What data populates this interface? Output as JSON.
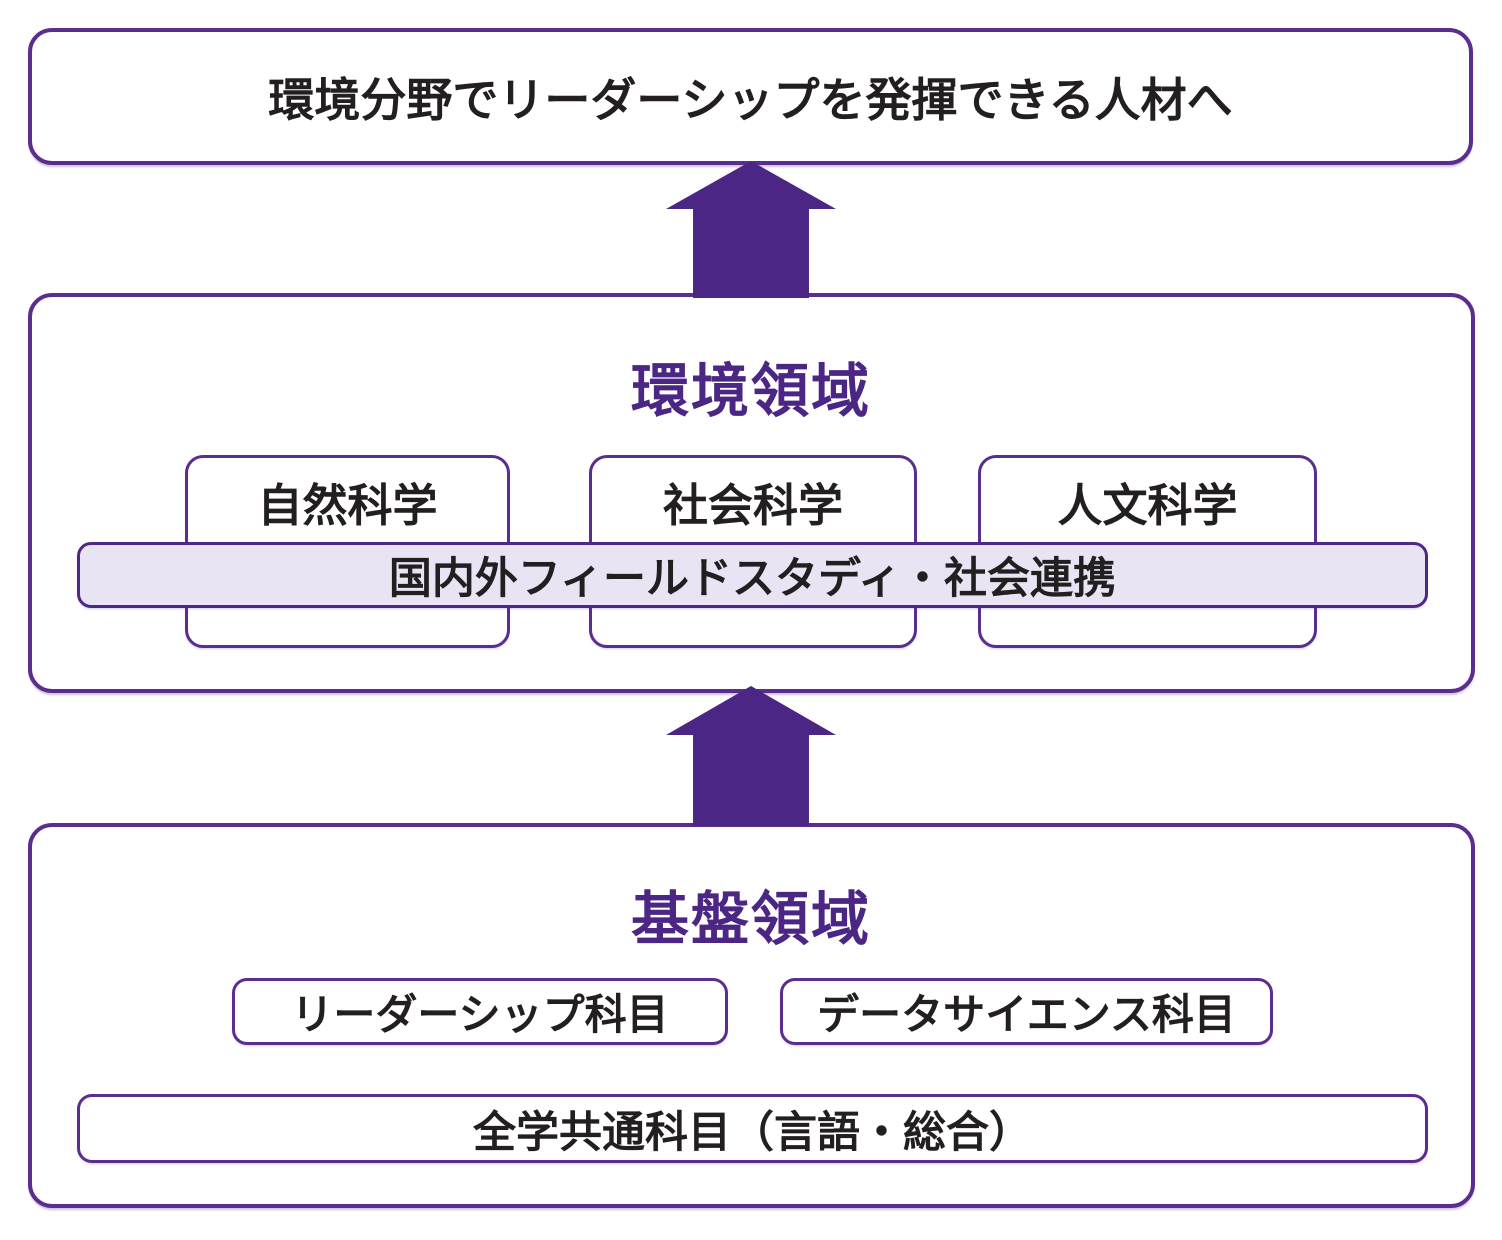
{
  "colors": {
    "accent_purple": "#4b2684",
    "border_purple": "#5b2d8e",
    "band_border_purple": "#4f2787",
    "band_fill_lavender": "#e9e4f3",
    "text_black": "#231f20"
  },
  "goal": {
    "label": "環境分野でリーダーシップを発揮できる人材へ"
  },
  "middle_section": {
    "title": "環境領域",
    "boxes": [
      {
        "label": "自然科学"
      },
      {
        "label": "社会科学"
      },
      {
        "label": "人文科学"
      }
    ],
    "band": {
      "label": "国内外フィールドスタディ・社会連携"
    }
  },
  "bottom_section": {
    "title": "基盤領域",
    "boxes": [
      {
        "label": "リーダーシップ科目"
      },
      {
        "label": "データサイエンス科目"
      }
    ],
    "wide_box": {
      "label": "全学共通科目（言語・総合）"
    }
  },
  "icons": {
    "arrow_1": "up-arrow-icon",
    "arrow_2": "up-arrow-icon"
  }
}
